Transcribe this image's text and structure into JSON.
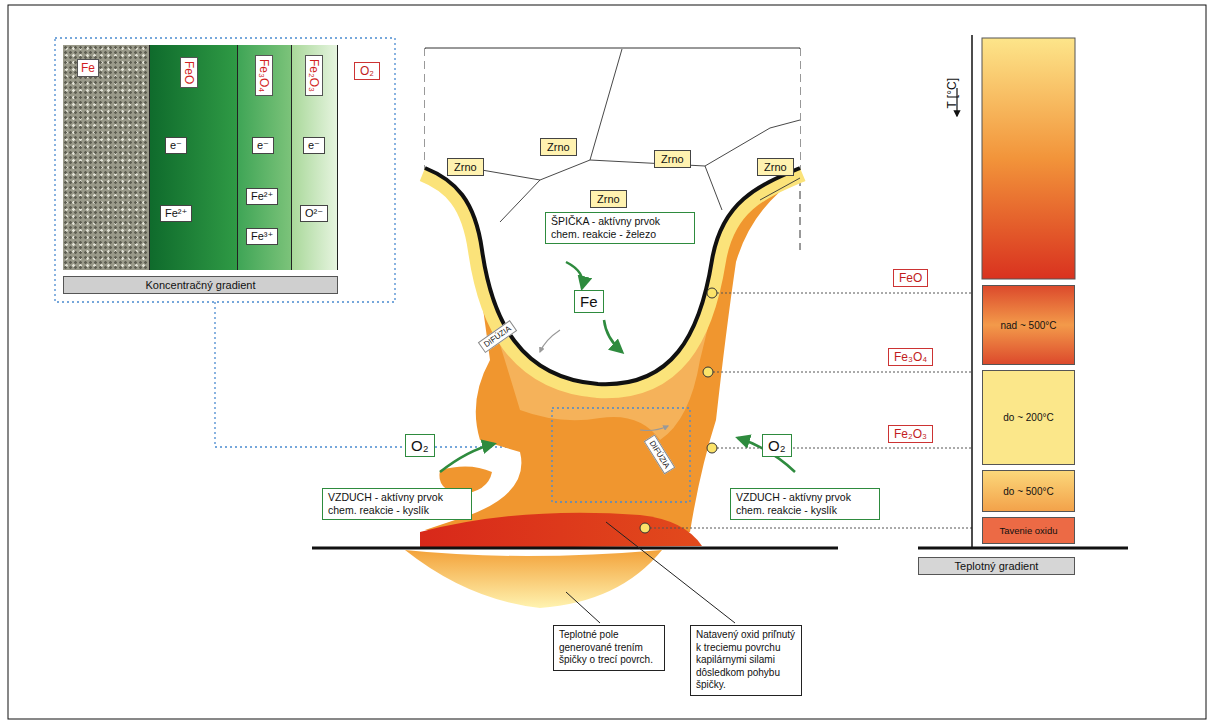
{
  "diagram": {
    "nodes": [
      {
        "text": [
          "Fe"
        ]
      },
      {
        "text": [
          "FeO"
        ]
      },
      {
        "text": [
          "Fe₃O₄"
        ]
      },
      {
        "text": [
          "Fe₂O₃"
        ]
      },
      {
        "text": [
          "e⁻"
        ],
        "in": 1
      },
      {
        "text": [
          "Fe²⁺"
        ],
        "in": 1
      },
      {
        "text": [
          "e⁻"
        ],
        "in": 2
      },
      {
        "text": [
          "Fe²⁺"
        ],
        "in": 2
      },
      {
        "text": [
          "Fe³⁺"
        ],
        "in": 2
      },
      {
        "text": [
          "e⁻"
        ],
        "in": 3
      },
      {
        "text": [
          "O²⁻"
        ],
        "in": 3
      },
      {
        "text": [
          "O₂"
        ]
      },
      {
        "text": [
          "Koncentračný gradient"
        ]
      },
      {
        "text": [
          "Zrno"
        ]
      },
      {
        "text": [
          "Zrno"
        ]
      },
      {
        "text": [
          "Zrno"
        ]
      },
      {
        "text": [
          "Zrno"
        ]
      },
      {
        "text": [
          "Zrno"
        ]
      },
      {
        "text": [
          "ŠPIČKA - aktívny prvok chem. reakcie - železo"
        ]
      },
      {
        "text": [
          "Fe"
        ]
      },
      {
        "text": [
          "O₂"
        ]
      },
      {
        "text": [
          "VZDUCH - aktívny prvok chem. reakcie - kyslík"
        ]
      },
      {
        "text": [
          "O₂"
        ]
      },
      {
        "text": [
          "VZDUCH - aktívny prvok chem. reakcie - kyslík"
        ]
      },
      {
        "text": [
          "DIFÚZIA"
        ]
      },
      {
        "text": [
          "DIFÚZIA"
        ]
      },
      {
        "text": [
          "FeO"
        ]
      },
      {
        "text": [
          "Fe₃O₄"
        ]
      },
      {
        "text": [
          "Fe₂O₃"
        ]
      },
      {
        "text": [
          "nad ~ 500°C"
        ]
      },
      {
        "text": [
          "do ~ 200°C"
        ]
      },
      {
        "text": [
          "do ~ 500°C"
        ]
      },
      {
        "text": [
          "Tavenie oxidu"
        ]
      },
      {
        "text": [
          "Teplotný gradient"
        ]
      },
      {
        "text": [
          "Teplotné pole generované trením špičky o trecí povrch."
        ]
      },
      {
        "text": [
          "Natavený oxid priľnutý k treciemu povrchu kapilárnymi silami dôsledkom pohybu špičky."
        ]
      }
    ],
    "edges": [
      {
        "from": 4,
        "to": 6,
        "arrow": "to"
      },
      {
        "from": 6,
        "to": 9,
        "arrow": "to"
      },
      {
        "from": 5,
        "to": 7,
        "arrow": "to"
      },
      {
        "from": 5,
        "to": 8,
        "arrow": "to"
      },
      {
        "from": 7,
        "to": 10,
        "arrow": "to"
      }
    ],
    "labels": [
      "T [°C]"
    ]
  }
}
